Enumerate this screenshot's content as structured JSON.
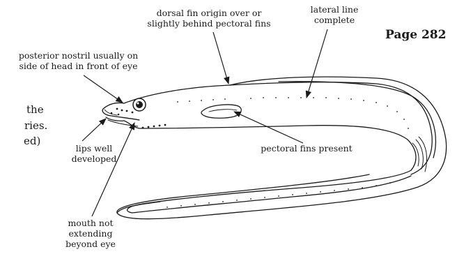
{
  "page_label": "Page 282",
  "left_fragments": [
    "the",
    "ries.",
    "ed)"
  ],
  "labels": {
    "dorsal_fin": [
      "dorsal fin origin over or",
      "slightly behind pectoral fins"
    ],
    "lateral_line": [
      "lateral line",
      "complete"
    ],
    "nostril": [
      "posterior nostril usually on",
      "side of head in front of eye"
    ],
    "lips": [
      "lips well",
      "developed"
    ],
    "pectoral": "pectoral fins present",
    "mouth": [
      "mouth not",
      "extending",
      "beyond eye"
    ]
  }
}
